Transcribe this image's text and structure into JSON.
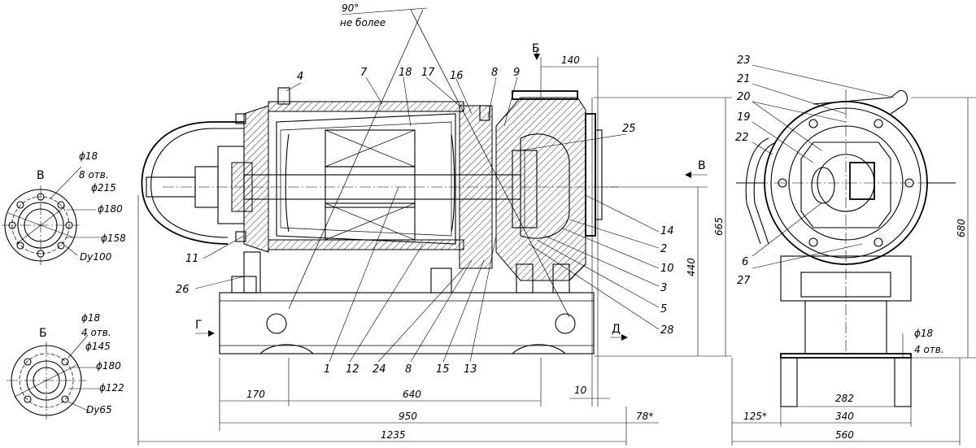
{
  "angle_note": {
    "value": "90°",
    "text": "не более"
  },
  "views": {
    "B": {
      "letter": "В",
      "d1": "ϕ18",
      "holes": "8 отв.",
      "d2": "ϕ215",
      "d3": "ϕ180",
      "d4": "ϕ158",
      "dn": "Dy100"
    },
    "Bb": {
      "letter": "Б",
      "d1": "ϕ18",
      "holes": "4 отв.",
      "d2": "ϕ145",
      "d3": "ϕ180",
      "d4": "ϕ122",
      "dn": "Dy65"
    }
  },
  "section_marks": {
    "b_top": "Б",
    "v_right": "В",
    "g_left": "Г",
    "d_bottom": "Д"
  },
  "parts_main": [
    "4",
    "7",
    "18",
    "17",
    "16",
    "8",
    "9",
    "25",
    "14",
    "2",
    "10",
    "3",
    "5",
    "28",
    "11",
    "26",
    "1",
    "12",
    "24",
    "8",
    "15",
    "13"
  ],
  "parts_side": [
    "23",
    "21",
    "20",
    "19",
    "22",
    "6",
    "27"
  ],
  "dims_main": {
    "top": "140",
    "h665": "665",
    "h440": "440",
    "d170": "170",
    "d640": "640",
    "d10": "10",
    "d950": "950",
    "d78": "78*",
    "d1235": "1235"
  },
  "dims_side": {
    "h680": "680",
    "hole": "ϕ18",
    "hole_n": "4 отв.",
    "d282": "282",
    "d125": "125*",
    "d340": "340",
    "d560": "560"
  }
}
